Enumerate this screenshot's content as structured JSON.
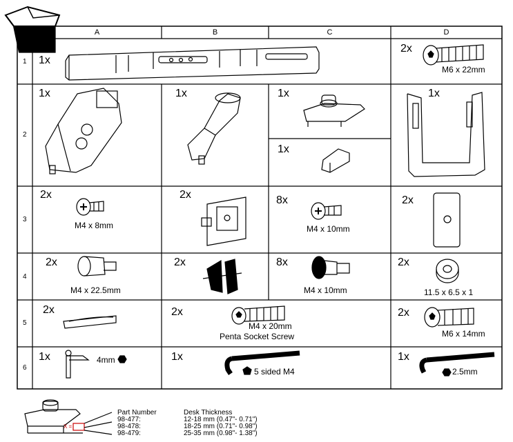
{
  "columns": [
    "A",
    "B",
    "C",
    "D"
  ],
  "rows": [
    "1",
    "2",
    "3",
    "4",
    "5",
    "6"
  ],
  "cells": {
    "r1a": {
      "qty": "1x"
    },
    "r1d": {
      "qty": "2x",
      "label": "M6 x 22mm"
    },
    "r2a": {
      "qty": "1x"
    },
    "r2b": {
      "qty": "1x"
    },
    "r2c1": {
      "qty": "1x"
    },
    "r2c2": {
      "qty": "1x"
    },
    "r2d": {
      "qty": "1x"
    },
    "r3a": {
      "qty": "2x",
      "label": "M4 x 8mm"
    },
    "r3b": {
      "qty": "2x"
    },
    "r3c": {
      "qty": "8x",
      "label": "M4 x 10mm"
    },
    "r3d": {
      "qty": "2x"
    },
    "r4a": {
      "qty": "2x",
      "label": "M4 x 22.5mm"
    },
    "r4b": {
      "qty": "2x"
    },
    "r4c": {
      "qty": "8x",
      "label": "M4 x 10mm"
    },
    "r4d": {
      "qty": "2x",
      "label": "11.5 x 6.5 x 1"
    },
    "r5a": {
      "qty": "2x"
    },
    "r5bc": {
      "qty": "2x",
      "label": "M4 x 20mm",
      "label2": "Penta Socket Screw"
    },
    "r5d": {
      "qty": "2x",
      "label": "M6 x 14mm"
    },
    "r6a": {
      "qty": "1x",
      "label": "4mm"
    },
    "r6bc": {
      "qty": "1x",
      "label": "5 sided M4"
    },
    "r6d": {
      "qty": "1x",
      "label": "2.5mm"
    }
  },
  "footer": {
    "part_header": "Part Number",
    "thickness_header": "Desk Thickness",
    "parts": [
      "98-477:",
      "98-478:",
      "98-479:"
    ],
    "thickness": [
      "12-18 mm (0.47\"- 0.71\")",
      "18-25 mm (0.71\"- 0.98\")",
      "25-35 mm (0.98\"- 1.38\")"
    ],
    "x_marker": "X ="
  }
}
